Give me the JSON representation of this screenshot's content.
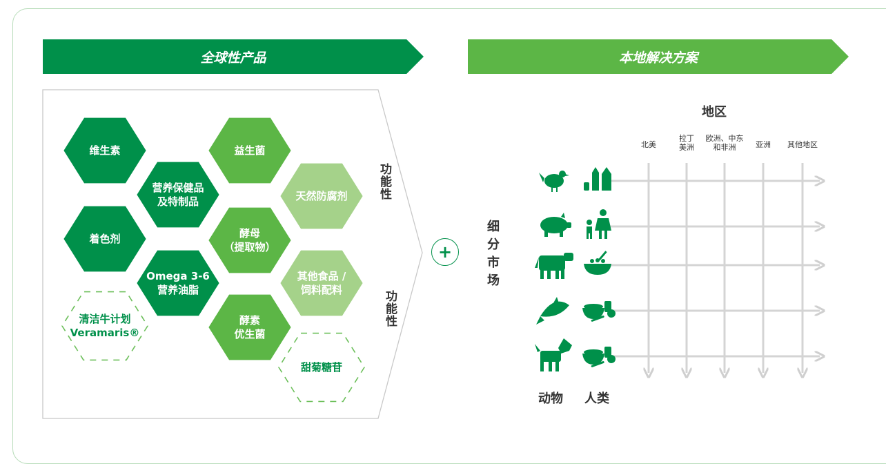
{
  "left_banner": "全球性产品",
  "right_banner": "本地解决方案",
  "hexagons": [
    {
      "label": "维生素",
      "style": "solid-dark"
    },
    {
      "label": "营养保健品\n及特制品",
      "style": "solid-dark"
    },
    {
      "label": "益生菌",
      "style": "solid-mid"
    },
    {
      "label": "天然防腐剂",
      "style": "solid-light"
    },
    {
      "label": "着色剂",
      "style": "solid-dark"
    },
    {
      "label": "酵母\n（提取物）",
      "style": "solid-mid"
    },
    {
      "label": "Omega 3-6\n营养油脂",
      "style": "solid-dark"
    },
    {
      "label": "其他食品 /\n饲料配料",
      "style": "solid-light"
    },
    {
      "label": "清洁牛计划\nVeramaris®",
      "style": "dashed"
    },
    {
      "label": "酵素\n优生菌",
      "style": "solid-mid"
    },
    {
      "label": "甜菊糖苷",
      "style": "dashed"
    }
  ],
  "side_labels": [
    "功能性",
    "功能性"
  ],
  "plus_symbol": "+",
  "region_axis_title": "地区",
  "segment_axis_title": "细分市场",
  "regions": [
    "北美",
    "拉丁\n美洲",
    "欧洲、中东\n和非洲",
    "亚洲",
    "其他地区"
  ],
  "animal_icons": [
    "chicken-icon",
    "pig-icon",
    "cow-icon",
    "fish-icon",
    "dog-icon"
  ],
  "human_icons": [
    "dairy-icon",
    "family-icon",
    "cereal-bowl-icon",
    "meal-icon",
    "meal-icon"
  ],
  "bottom_labels": {
    "animals": "动物",
    "humans": "人类"
  },
  "colors": {
    "dark_green": "#00904a",
    "mid_green": "#5cb646",
    "light_green": "#a5d28a",
    "grid_gray": "#d4d4d4",
    "icon_green": "#00904a"
  }
}
